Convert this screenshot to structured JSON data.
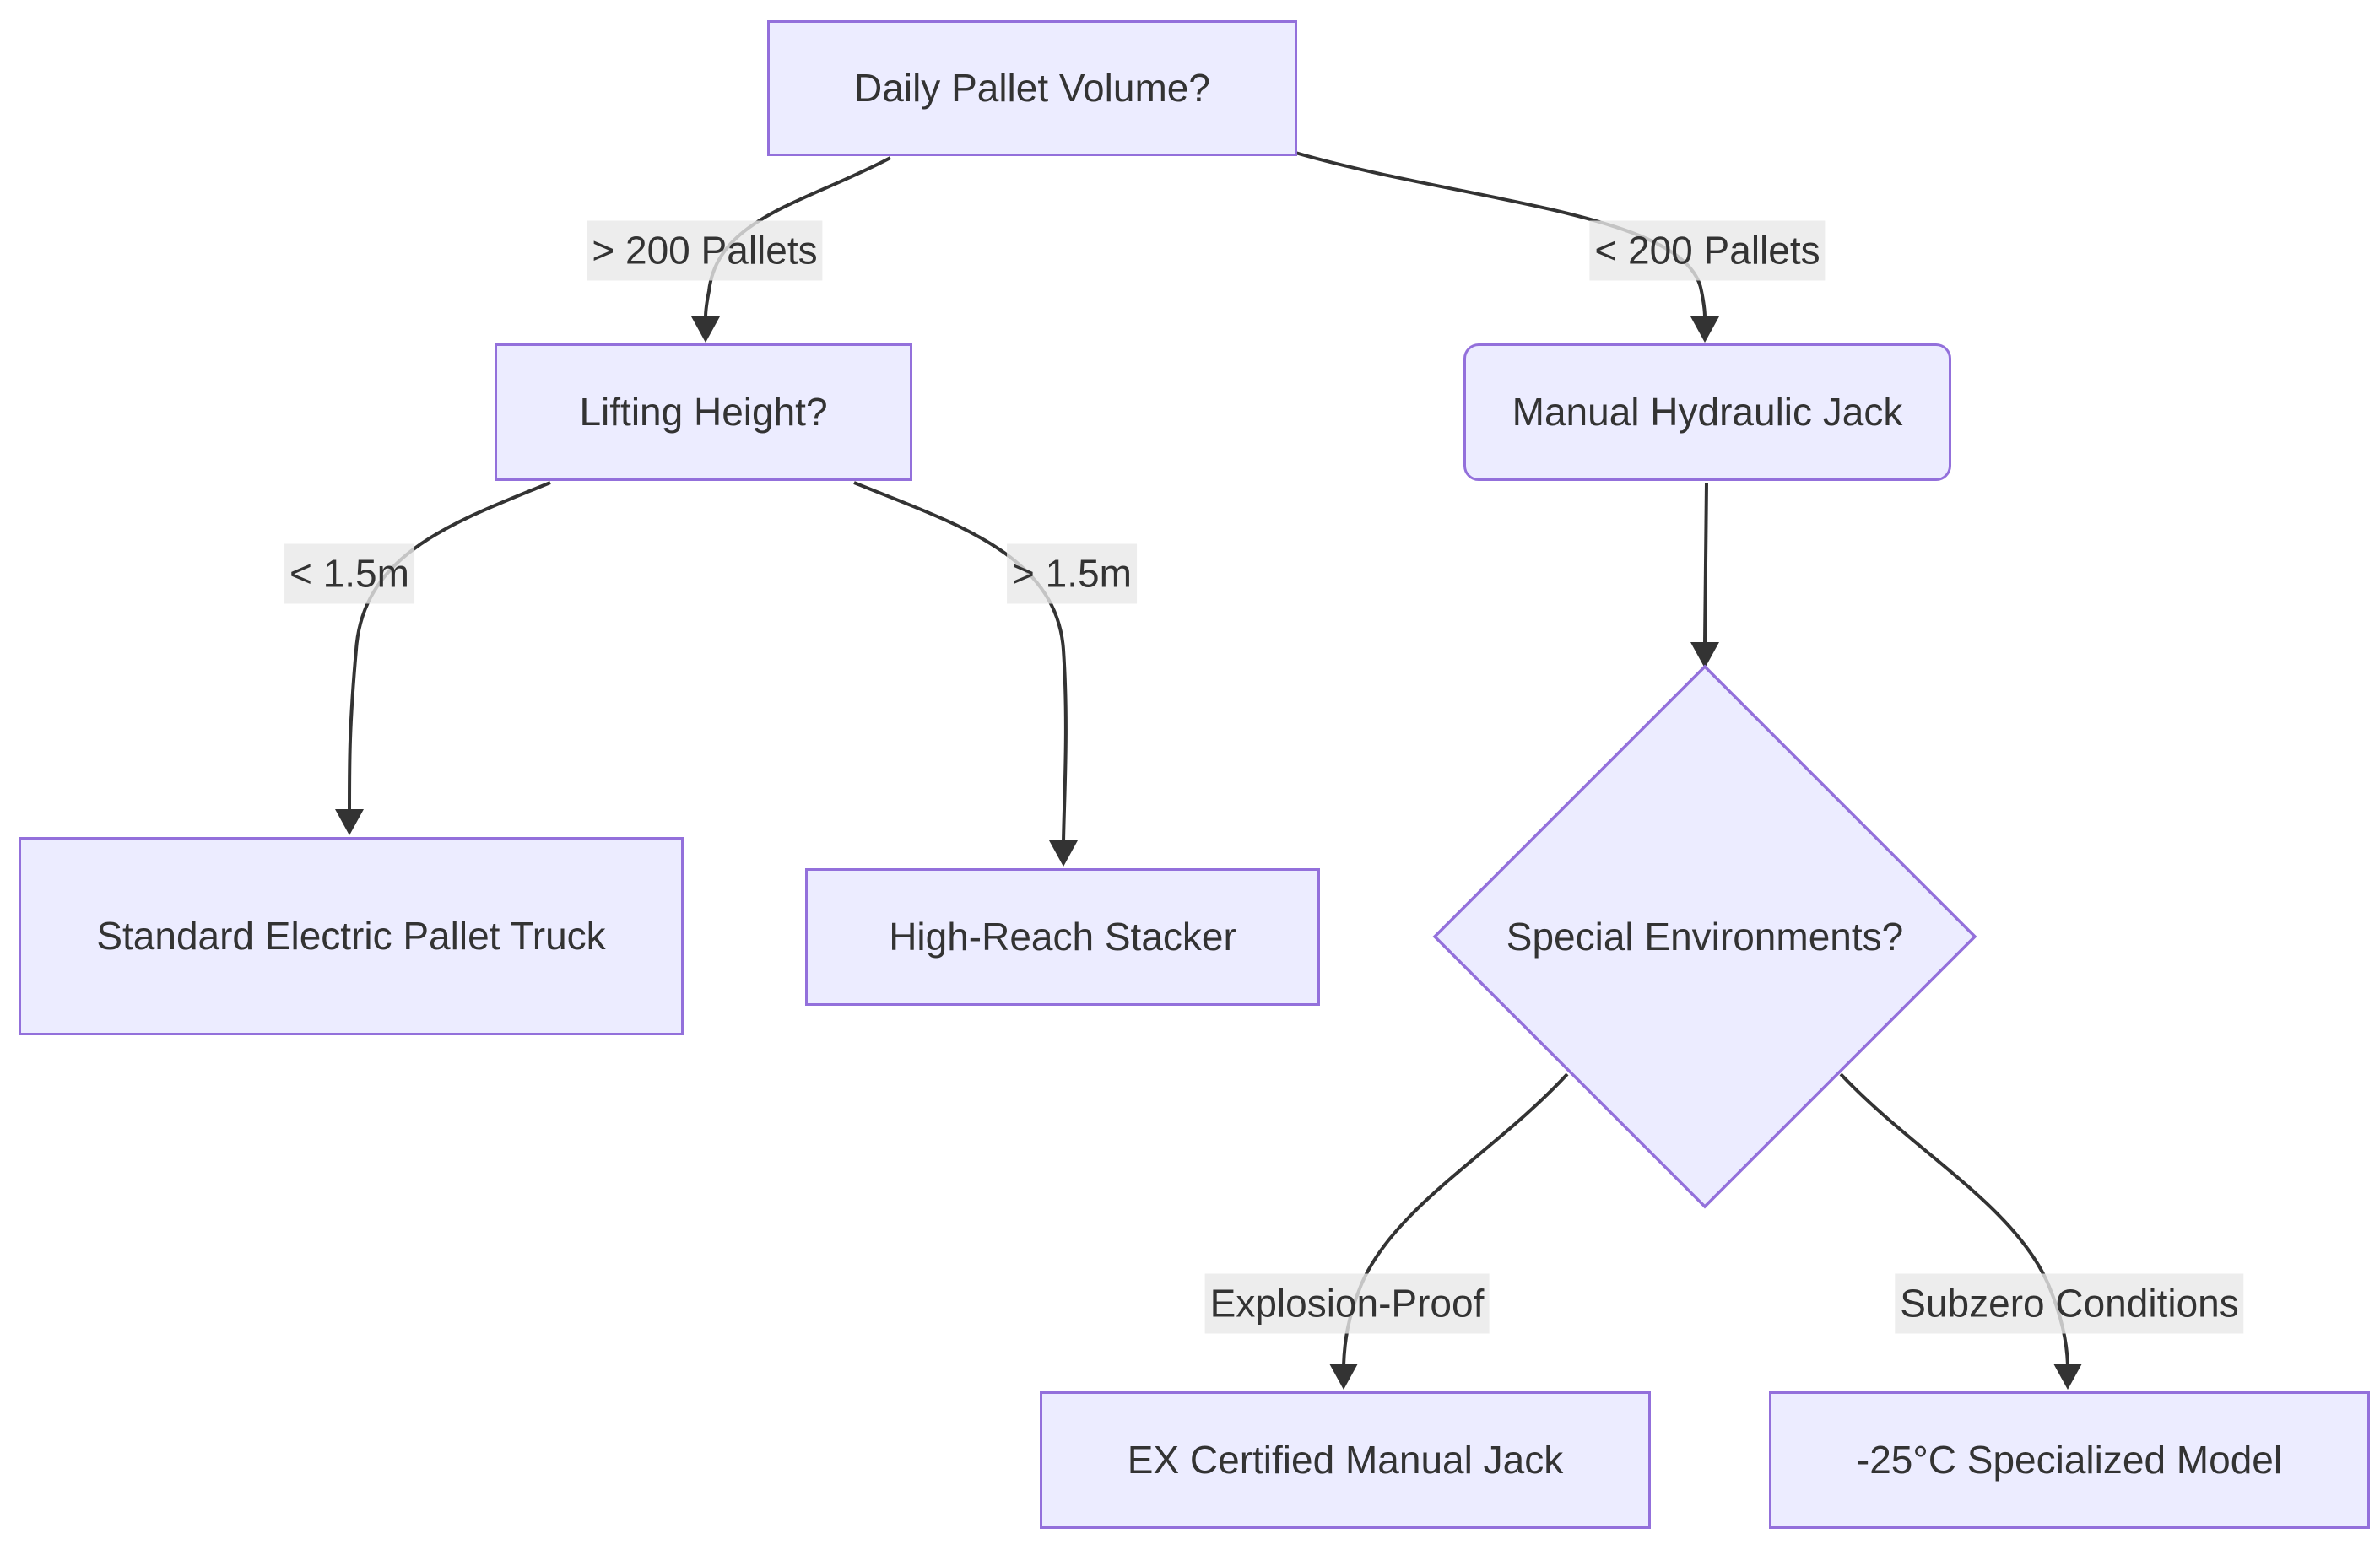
{
  "diagram": {
    "type": "flowchart-decision-tree",
    "nodes": [
      {
        "id": "root",
        "label": "Daily Pallet Volume?",
        "shape": "rect"
      },
      {
        "id": "lift",
        "label": "Lifting Height?",
        "shape": "rect"
      },
      {
        "id": "manual",
        "label": "Manual Hydraulic Jack",
        "shape": "rounded-rect"
      },
      {
        "id": "special",
        "label": "Special Environments?",
        "shape": "diamond"
      },
      {
        "id": "std",
        "label": "Standard Electric Pallet Truck",
        "shape": "rect"
      },
      {
        "id": "high",
        "label": "High-Reach Stacker",
        "shape": "rect"
      },
      {
        "id": "ex",
        "label": "EX Certified Manual Jack",
        "shape": "rect"
      },
      {
        "id": "sub",
        "label": "-25°C Specialized Model",
        "shape": "rect"
      }
    ],
    "edges": [
      {
        "from": "Daily Pallet Volume?",
        "to": "Lifting Height?",
        "label": "> 200 Pallets"
      },
      {
        "from": "Daily Pallet Volume?",
        "to": "Manual Hydraulic Jack",
        "label": "< 200 Pallets"
      },
      {
        "from": "Lifting Height?",
        "to": "Standard Electric Pallet Truck",
        "label": "< 1.5m"
      },
      {
        "from": "Lifting Height?",
        "to": "High-Reach Stacker",
        "label": "> 1.5m"
      },
      {
        "from": "Manual Hydraulic Jack",
        "to": "Special Environments?",
        "label": ""
      },
      {
        "from": "Special Environments?",
        "to": "EX Certified Manual Jack",
        "label": "Explosion-Proof"
      },
      {
        "from": "Special Environments?",
        "to": "-25°C Specialized Model",
        "label": "Subzero Conditions"
      }
    ],
    "colors": {
      "background": "#ffffff",
      "node_fill": "#ECECFF",
      "node_border": "#9370DB",
      "edge_line": "#333333",
      "edge_label_bg": "#e8e8e8",
      "text": "#333333"
    }
  }
}
